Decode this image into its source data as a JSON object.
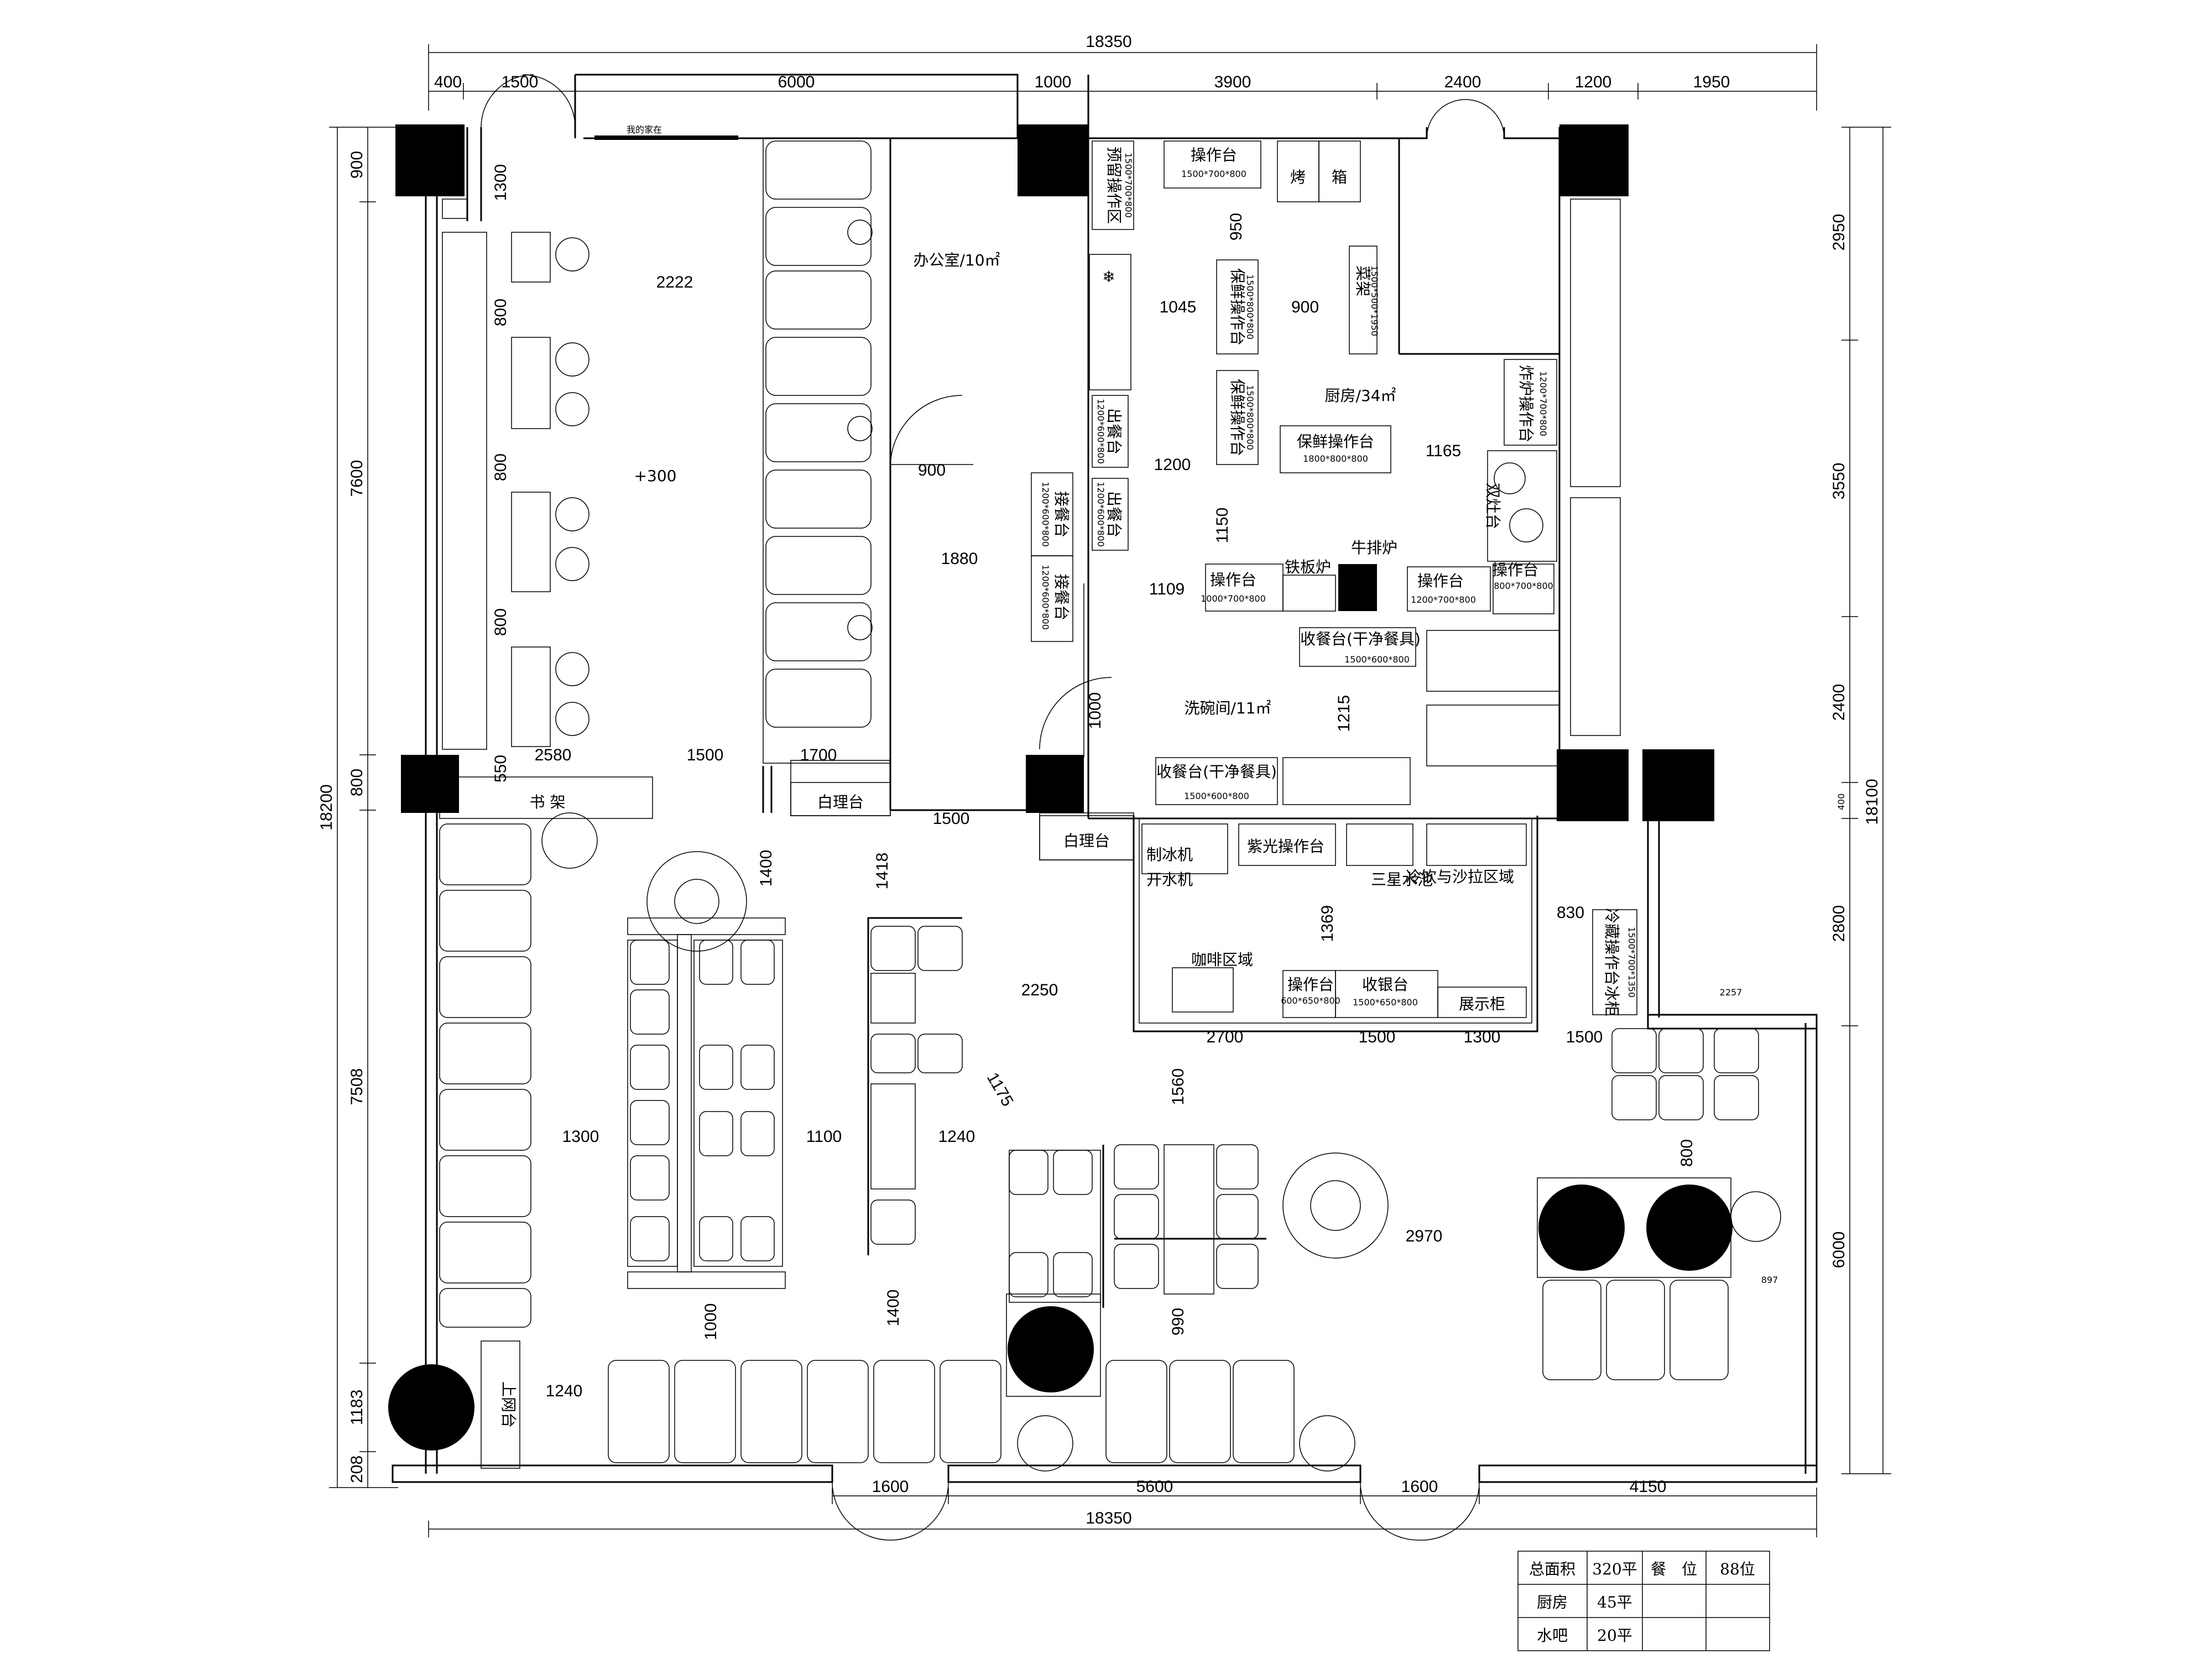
{
  "dims": {
    "top_total": "18350",
    "top_segments": [
      "400",
      "1500",
      "6000",
      "1000",
      "3900",
      "2400",
      "1200",
      "1950"
    ],
    "bottom_total": "18350",
    "bottom_segments": [
      "1600",
      "5600",
      "1600",
      "4150"
    ],
    "left_total": "18200",
    "left_segments": [
      "900",
      "7600",
      "800",
      "7508",
      "1183",
      "208"
    ],
    "right_total": "18100",
    "right_segments": [
      "2950",
      "3550",
      "2400",
      "400",
      "2800",
      "6000"
    ],
    "interior": [
      "1300",
      "2222",
      "800",
      "800",
      "800",
      "900",
      "1880",
      "2580",
      "550",
      "1500",
      "1700",
      "1400",
      "1418",
      "1500",
      "1000",
      "1045",
      "900",
      "950",
      "1200",
      "1150",
      "1165",
      "1109",
      "1215",
      "1369",
      "830",
      "2250",
      "2700",
      "1500",
      "1300",
      "1500",
      "1560",
      "800",
      "1175",
      "1300",
      "1100",
      "1240",
      "2970",
      "1000",
      "1400",
      "990",
      "1240",
      "897",
      "2257"
    ]
  },
  "rooms": {
    "office": "办公室/10㎡",
    "kitchen": "厨房/34㎡",
    "dish": "洗碗间/11㎡",
    "level": "+300"
  },
  "labels": {
    "op_table_1": "操作台",
    "op_table_1_size": "1500*700*800",
    "oven": "烤",
    "freezer": "箱",
    "prep": "预留操作区",
    "prep_size": "1500*700*800",
    "fresh_1": "保鲜操作台",
    "fresh_1_size": "1500*800*800",
    "fresh_2": "保鲜操作台",
    "fresh_2_size": "1500*800*800",
    "fresh_3": "保鲜操作台",
    "fresh_3_size": "1800*800*800",
    "shelf": "菜架",
    "shelf_size": "1500*500*1950",
    "fryer": "炸炉操作台",
    "fryer_size": "1200*700*800",
    "stove": "双灶台",
    "out_1": "出餐台",
    "out_1_size": "1200*600*800",
    "out_2": "出餐台",
    "out_2_size": "1200*600*800",
    "pass_1": "接餐台",
    "pass_1_size": "1200*600*800",
    "pass_2": "接餐台",
    "pass_2_size": "1200*600*800",
    "op_a": "操作台",
    "op_a_size": "1000*700*800",
    "griddle": "铁板炉",
    "steak": "牛排炉",
    "op_b": "操作台",
    "op_b_size": "1200*700*800",
    "op_c": "操作台",
    "op_c_size": "800*700*800",
    "collect_1": "收餐台(干净餐具)",
    "collect_1_size": "1500*600*800",
    "collect_2": "收餐台(干净餐具)",
    "collect_2_size": "1500*600*800",
    "shelf_rack": "书 架",
    "white_1": "白理台",
    "white_2": "白理台",
    "ice": "制冰机",
    "water": "开水机",
    "uv": "紫光操作台",
    "sink": "三星水池",
    "cold": "冷饮与沙拉区域",
    "coffee": "咖啡区域",
    "op_d": "操作台",
    "op_d_size": "600*650*800",
    "cashier": "收银台",
    "cashier_size": "1500*650*800",
    "display": "展示柜",
    "fridge": "冷藏操作台冰柜",
    "fridge_size": "1500*700*1350",
    "wifi": "上网台",
    "door_sign": "我的家在"
  },
  "summary": {
    "rows": [
      [
        "总面积",
        "320平",
        "餐　位",
        "88位"
      ],
      [
        "厨房",
        "45平",
        "",
        ""
      ],
      [
        "水吧",
        "20平",
        "",
        ""
      ]
    ]
  }
}
